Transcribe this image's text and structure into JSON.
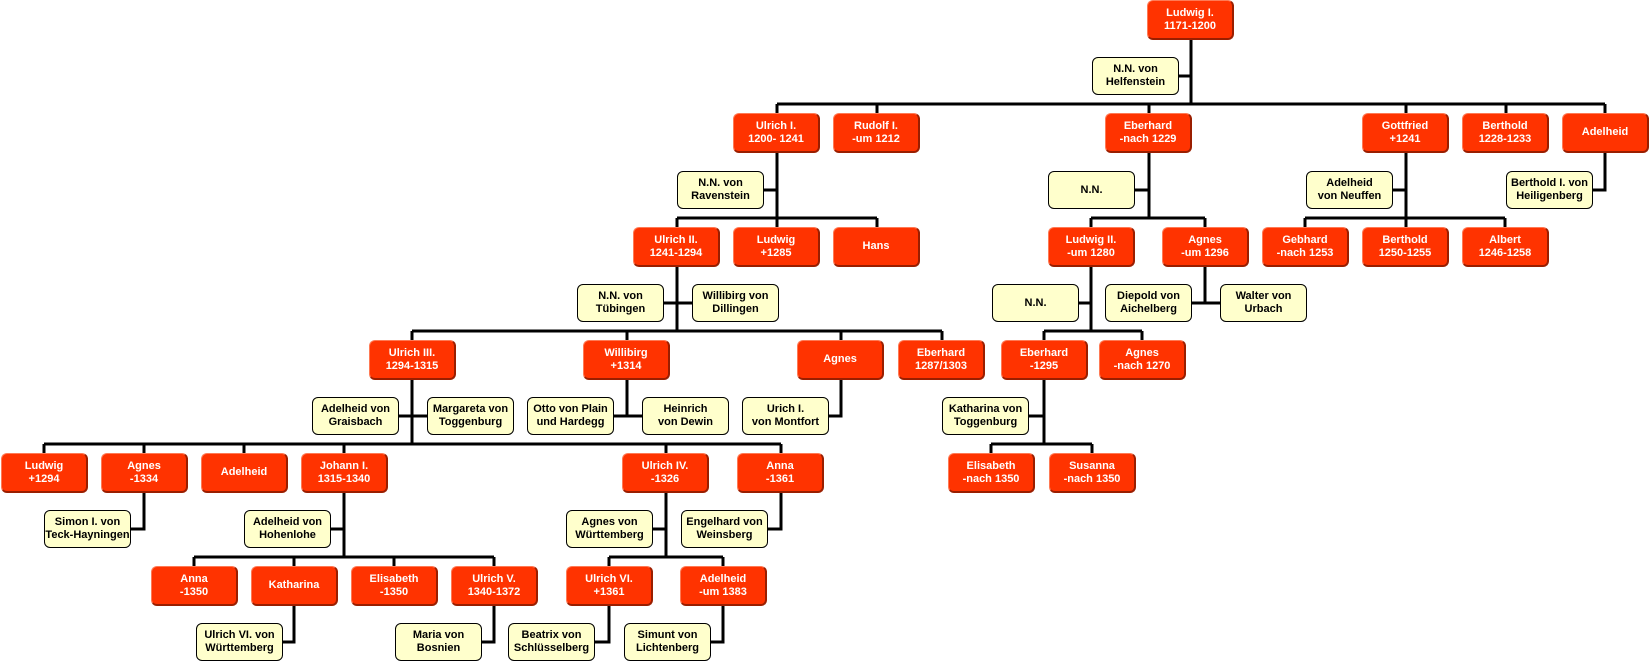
{
  "colors": {
    "member": "#ff3300",
    "spouse": "#ffffcc",
    "line": "#000000"
  },
  "people": {
    "ludwig_i": {
      "name": "Ludwig I.",
      "dates": "1171-1200"
    },
    "ulrich_i": {
      "name": "Ulrich I.",
      "dates": "1200- 1241"
    },
    "rudolf_i": {
      "name": "Rudolf I.",
      "dates": "-um 1212"
    },
    "eberhard_1229": {
      "name": "Eberhard",
      "dates": "-nach 1229"
    },
    "gottfried": {
      "name": "Gottfried",
      "dates": "+1241"
    },
    "berthold_1228": {
      "name": "Berthold",
      "dates": "1228-1233"
    },
    "adelheid_a": {
      "name": "Adelheid"
    },
    "ulrich_ii": {
      "name": "Ulrich II.",
      "dates": "1241-1294"
    },
    "ludwig_1285": {
      "name": "Ludwig",
      "dates": "+1285"
    },
    "hans": {
      "name": "Hans"
    },
    "ludwig_ii": {
      "name": "Ludwig II.",
      "dates": "-um 1280"
    },
    "agnes_1296": {
      "name": "Agnes",
      "dates": "-um 1296"
    },
    "gebhard": {
      "name": "Gebhard",
      "dates": "-nach 1253"
    },
    "berthold_1250": {
      "name": "Berthold",
      "dates": "1250-1255"
    },
    "albert": {
      "name": "Albert",
      "dates": "1246-1258"
    },
    "ulrich_iii": {
      "name": "Ulrich III.",
      "dates": "1294-1315"
    },
    "willibirg": {
      "name": "Willibirg",
      "dates": "+1314"
    },
    "agnes_b": {
      "name": "Agnes"
    },
    "eberhard_1287": {
      "name": "Eberhard",
      "dates": "1287/1303"
    },
    "eberhard_1295": {
      "name": "Eberhard",
      "dates": "-1295"
    },
    "agnes_1270": {
      "name": "Agnes",
      "dates": "-nach 1270"
    },
    "ludwig_1294": {
      "name": "Ludwig",
      "dates": "+1294"
    },
    "agnes_1334": {
      "name": "Agnes",
      "dates": "-1334"
    },
    "adelheid_b": {
      "name": "Adelheid"
    },
    "johann_i": {
      "name": "Johann I.",
      "dates": "1315-1340"
    },
    "ulrich_iv": {
      "name": "Ulrich IV.",
      "dates": "-1326"
    },
    "anna_1361": {
      "name": "Anna",
      "dates": "-1361"
    },
    "elisabeth_1350n": {
      "name": "Elisabeth",
      "dates": "-nach 1350"
    },
    "susanna": {
      "name": "Susanna",
      "dates": "-nach 1350"
    },
    "anna_1350": {
      "name": "Anna",
      "dates": "-1350"
    },
    "katharina": {
      "name": "Katharina"
    },
    "elisabeth_1350": {
      "name": "Elisabeth",
      "dates": "-1350"
    },
    "ulrich_v": {
      "name": "Ulrich V.",
      "dates": "1340-1372"
    },
    "ulrich_vi": {
      "name": "Ulrich VI.",
      "dates": "+1361"
    },
    "adelheid_1383": {
      "name": "Adelheid",
      "dates": "-um 1383"
    }
  },
  "spouses": {
    "helfenstein": {
      "name": "N.N. von",
      "dates": "Helfenstein"
    },
    "ravenstein": {
      "name": "N.N. von",
      "dates": "Ravenstein"
    },
    "nn_eberhard": {
      "name": "N.N."
    },
    "neuffen": {
      "name": "Adelheid",
      "dates": "von Neuffen"
    },
    "heiligenberg": {
      "name": "Berthold I. von",
      "dates": "Heiligenberg"
    },
    "tuebingen": {
      "name": "N.N. von",
      "dates": "Tübingen"
    },
    "dillingen": {
      "name": "Willibirg von",
      "dates": "Dillingen"
    },
    "nn_ludwig_ii": {
      "name": "N.N."
    },
    "aichelberg": {
      "name": "Diepold von",
      "dates": "Aichelberg"
    },
    "urbach": {
      "name": "Walter von",
      "dates": "Urbach"
    },
    "graisbach": {
      "name": "Adelheid von",
      "dates": "Graisbach"
    },
    "toggenburg_m": {
      "name": "Margareta von",
      "dates": "Toggenburg"
    },
    "plain": {
      "name": "Otto von Plain",
      "dates": "und Hardegg"
    },
    "dewin": {
      "name": "Heinrich",
      "dates": "von Dewin"
    },
    "montfort": {
      "name": "Urich I.",
      "dates": "von Montfort"
    },
    "toggenburg_k": {
      "name": "Katharina von",
      "dates": "Toggenburg"
    },
    "teck": {
      "name": "Simon I. von",
      "dates": "Teck-Hayningen"
    },
    "hohenlohe": {
      "name": "Adelheid von",
      "dates": "Hohenlohe"
    },
    "wuerttemberg_a": {
      "name": "Agnes von",
      "dates": "Württemberg"
    },
    "weinsberg": {
      "name": "Engelhard von",
      "dates": "Weinsberg"
    },
    "wuerttemberg_u": {
      "name": "Ulrich VI. von",
      "dates": "Württemberg"
    },
    "bosnien": {
      "name": "Maria von",
      "dates": "Bosnien"
    },
    "schluesselberg": {
      "name": "Beatrix von",
      "dates": "Schlüsselberg"
    },
    "lichtenberg": {
      "name": "Simunt von",
      "dates": "Lichtenberg"
    }
  }
}
